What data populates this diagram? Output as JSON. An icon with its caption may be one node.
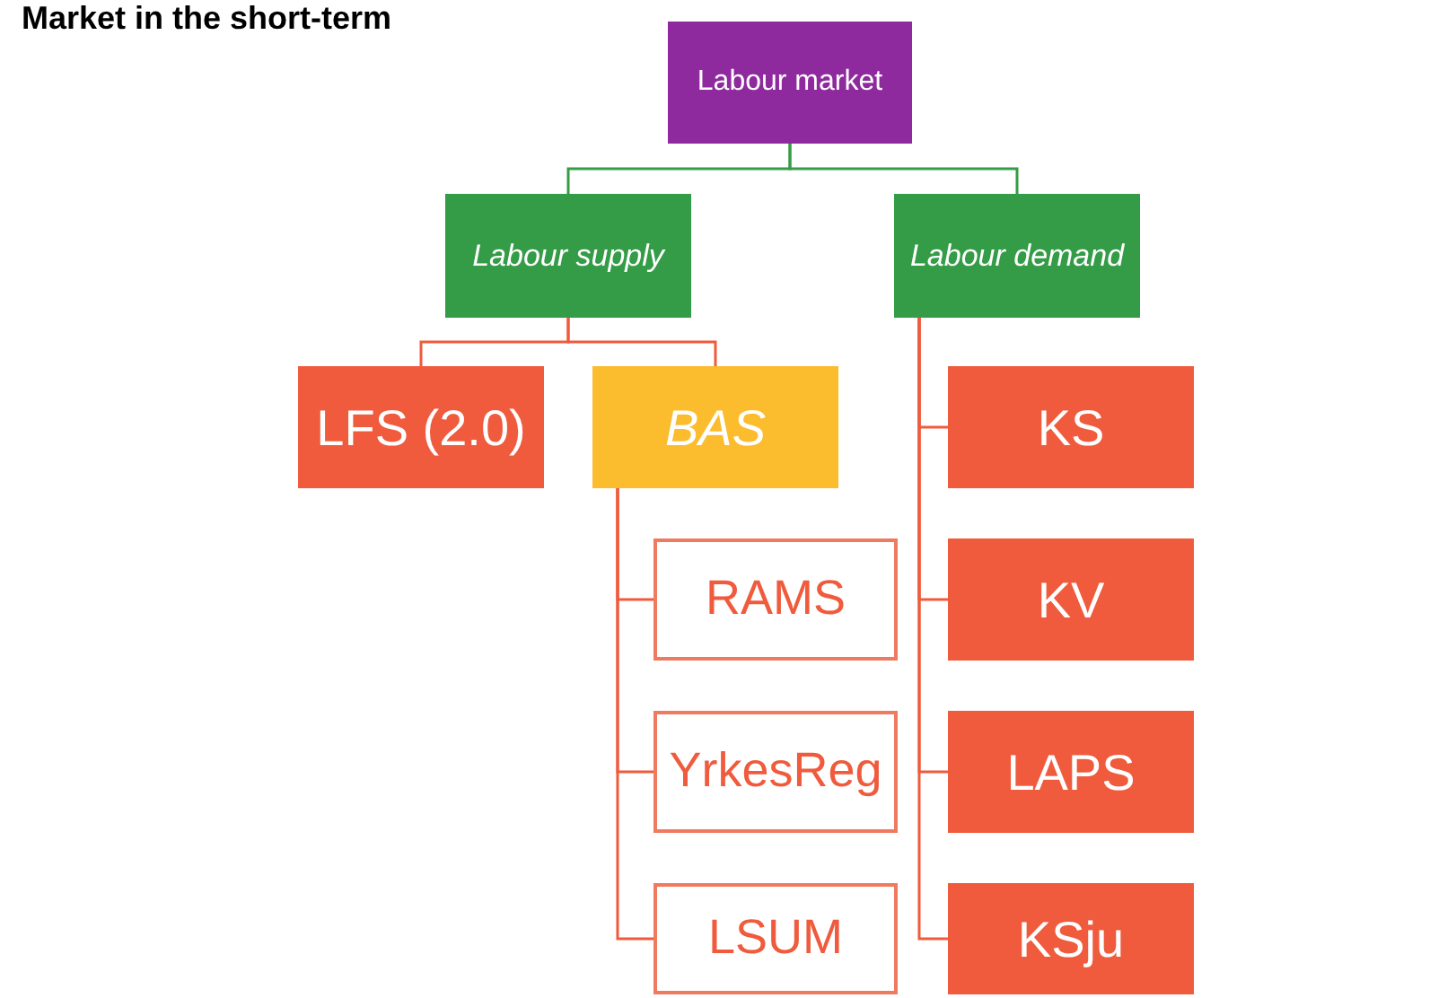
{
  "diagram": {
    "title": "Market in the short-term",
    "nodes": [
      {
        "text": [
          "Labour market"
        ]
      },
      {
        "text": [
          "Labour supply"
        ]
      },
      {
        "text": [
          "Labour demand"
        ]
      },
      {
        "text": [
          "LFS (2.0)"
        ]
      },
      {
        "text": [
          "BAS"
        ]
      },
      {
        "text": [
          "RAMS"
        ]
      },
      {
        "text": [
          "YrkesReg"
        ]
      },
      {
        "text": [
          "LSUM"
        ]
      },
      {
        "text": [
          "KS"
        ]
      },
      {
        "text": [
          "KV"
        ]
      },
      {
        "text": [
          "LAPS"
        ]
      },
      {
        "text": [
          "KSju"
        ]
      }
    ],
    "edges": [
      {
        "from": 0,
        "to": 1,
        "arrow": "none",
        "color": "#349c47"
      },
      {
        "from": 0,
        "to": 2,
        "arrow": "none",
        "color": "#349c47"
      },
      {
        "from": 1,
        "to": 3,
        "arrow": "none"
      },
      {
        "from": 1,
        "to": 4,
        "arrow": "none"
      },
      {
        "from": 4,
        "to": 5,
        "arrow": "none"
      },
      {
        "from": 4,
        "to": 6,
        "arrow": "none"
      },
      {
        "from": 4,
        "to": 7,
        "arrow": "none"
      },
      {
        "from": 2,
        "to": 8,
        "arrow": "none"
      },
      {
        "from": 2,
        "to": 9,
        "arrow": "none"
      },
      {
        "from": 2,
        "to": 10,
        "arrow": "none"
      },
      {
        "from": 2,
        "to": 11,
        "arrow": "none"
      }
    ]
  }
}
